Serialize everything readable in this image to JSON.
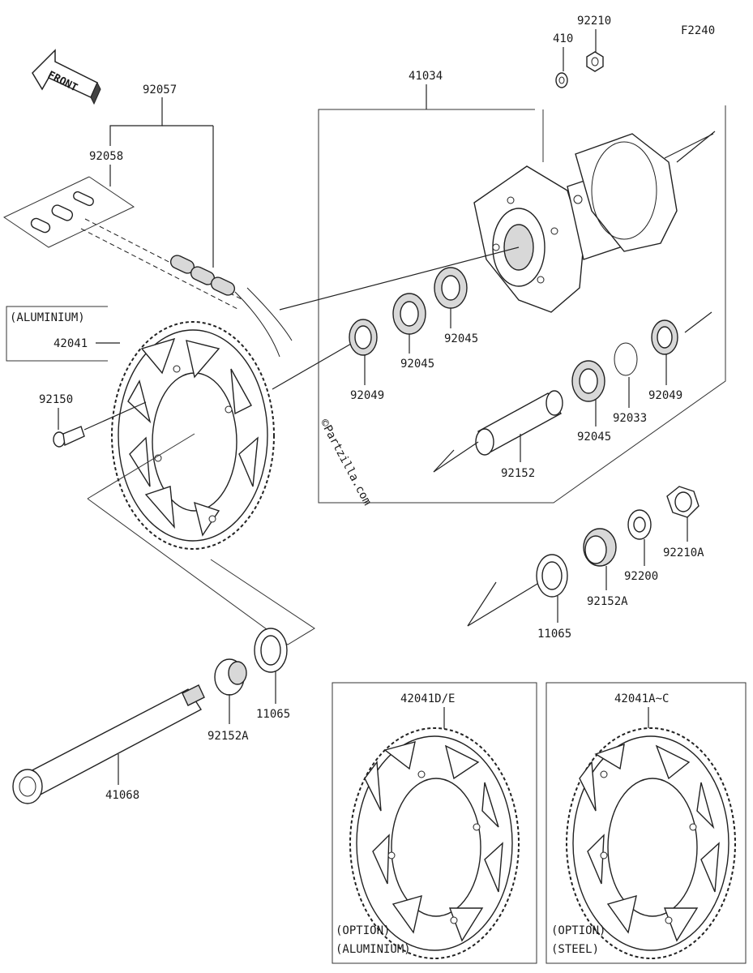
{
  "diagram_code": "F2240",
  "front_label": "FRONT",
  "parts": {
    "p410": "410",
    "p92210": "92210",
    "p41034": "41034",
    "p92057": "92057",
    "p92058": "92058",
    "p42041": "42041",
    "p92150": "92150",
    "p92049_left": "92049",
    "p92045_a": "92045",
    "p92045_b": "92045",
    "p92045_c": "92045",
    "p92049_right": "92049",
    "p92033": "92033",
    "p92152": "92152",
    "p92210A": "92210A",
    "p92200": "92200",
    "p92152A_right": "92152A",
    "p11065_right": "11065",
    "p11065_left": "11065",
    "p92152A_left": "92152A",
    "p41068": "41068",
    "p42041DE": "42041D/E",
    "p42041AC": "42041A~C"
  },
  "notes": {
    "aluminium_main": "(ALUMINIUM)",
    "option_left": "(OPTION)",
    "aluminium_left": "(ALUMINIUM)",
    "option_right": "(OPTION)",
    "steel_right": "(STEEL)"
  },
  "watermark": "©Partzilla.com"
}
